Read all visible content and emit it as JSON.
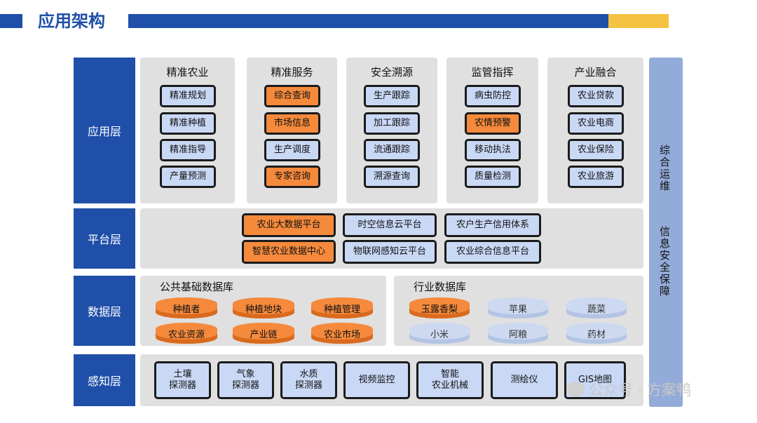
{
  "header": {
    "title": "应用架构"
  },
  "layers": {
    "app": "应用层",
    "platform": "平台层",
    "data": "数据层",
    "sense": "感知层"
  },
  "app_columns": [
    {
      "title": "精准农业",
      "items": [
        {
          "label": "精准规划",
          "highlight": false
        },
        {
          "label": "精准种植",
          "highlight": false
        },
        {
          "label": "精准指导",
          "highlight": false
        },
        {
          "label": "产量预测",
          "highlight": false
        }
      ]
    },
    {
      "title": "精准服务",
      "items": [
        {
          "label": "综合查询",
          "highlight": true
        },
        {
          "label": "市场信息",
          "highlight": true
        },
        {
          "label": "生产调度",
          "highlight": false
        },
        {
          "label": "专家咨询",
          "highlight": true
        }
      ]
    },
    {
      "title": "安全溯源",
      "items": [
        {
          "label": "生产跟踪",
          "highlight": false
        },
        {
          "label": "加工跟踪",
          "highlight": false
        },
        {
          "label": "流通跟踪",
          "highlight": false
        },
        {
          "label": "溯源查询",
          "highlight": false
        }
      ]
    },
    {
      "title": "监管指挥",
      "items": [
        {
          "label": "病虫防控",
          "highlight": false
        },
        {
          "label": "农情预警",
          "highlight": true
        },
        {
          "label": "移动执法",
          "highlight": false
        },
        {
          "label": "质量检测",
          "highlight": false
        }
      ]
    },
    {
      "title": "产业融合",
      "items": [
        {
          "label": "农业贷款",
          "highlight": false
        },
        {
          "label": "农业电商",
          "highlight": false
        },
        {
          "label": "农业保险",
          "highlight": false
        },
        {
          "label": "农业旅游",
          "highlight": false
        }
      ]
    }
  ],
  "platforms": [
    {
      "label": "农业大数据平台",
      "highlight": true
    },
    {
      "label": "时空信息云平台",
      "highlight": false
    },
    {
      "label": "农户生产信用体系",
      "highlight": false
    },
    {
      "label": "智慧农业数据中心",
      "highlight": true
    },
    {
      "label": "物联网感知云平台",
      "highlight": false
    },
    {
      "label": "农业综合信息平台",
      "highlight": false
    }
  ],
  "public_db": {
    "title": "公共基础数据库",
    "items": [
      "种植者",
      "种植地块",
      "种植管理",
      "农业资源",
      "产业链",
      "农业市场"
    ]
  },
  "industry_db": {
    "title": "行业数据库",
    "items": [
      {
        "label": "玉露香梨",
        "highlight": true
      },
      {
        "label": "苹果",
        "highlight": false
      },
      {
        "label": "蔬菜",
        "highlight": false
      },
      {
        "label": "小米",
        "highlight": false
      },
      {
        "label": "阿粮",
        "highlight": false
      },
      {
        "label": "药材",
        "highlight": false
      }
    ]
  },
  "sensors": [
    {
      "line1": "土壤",
      "line2": "探测器"
    },
    {
      "line1": "气象",
      "line2": "探测器"
    },
    {
      "line1": "水质",
      "line2": "探测器"
    },
    {
      "line1": "视频监控",
      "line2": ""
    },
    {
      "line1": "智能",
      "line2": "农业机械"
    },
    {
      "line1": "测绘仪",
      "line2": ""
    },
    {
      "line1": "GIS地图",
      "line2": ""
    }
  ],
  "side": {
    "ops": "综合运维",
    "security": "信息安全保障"
  },
  "watermark": "公众号 · 方案鸭",
  "colors": {
    "blue": "#1f4fa8",
    "orange": "#f58a3c",
    "light_blue": "#c9d8f5",
    "gold": "#f5c342",
    "side": "#93abd8"
  }
}
